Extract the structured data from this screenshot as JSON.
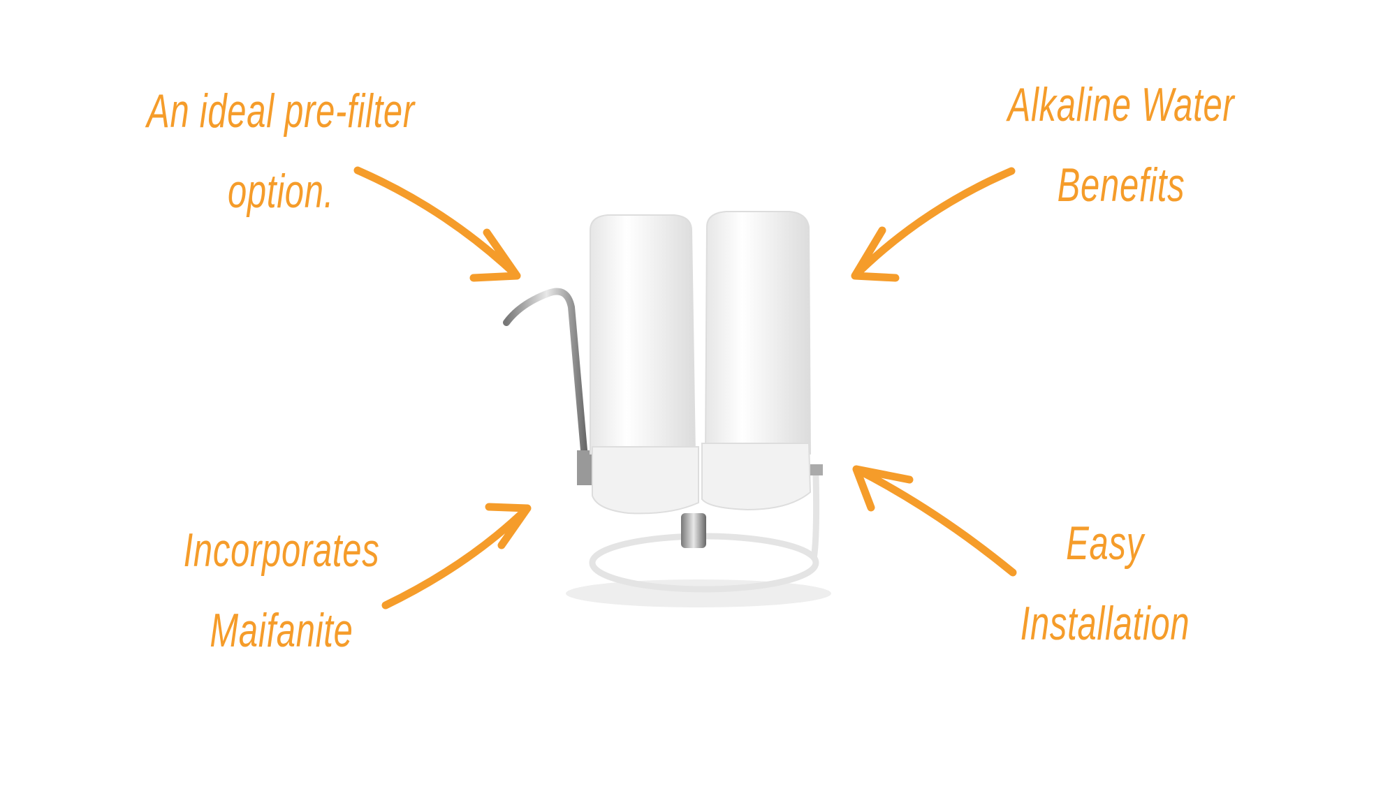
{
  "accent_color": "#f59c2a",
  "callouts": {
    "top_left": {
      "line1": "An ideal pre-filter",
      "line2": "option."
    },
    "top_right": {
      "line1": "Alkaline Water",
      "line2": "Benefits"
    },
    "bottom_left": {
      "line1": "Incorporates",
      "line2": "Maifanite"
    },
    "bottom_right": {
      "line1": "Easy",
      "line2": "Installation"
    }
  },
  "product": {
    "icon": "countertop-dual-water-filter"
  }
}
